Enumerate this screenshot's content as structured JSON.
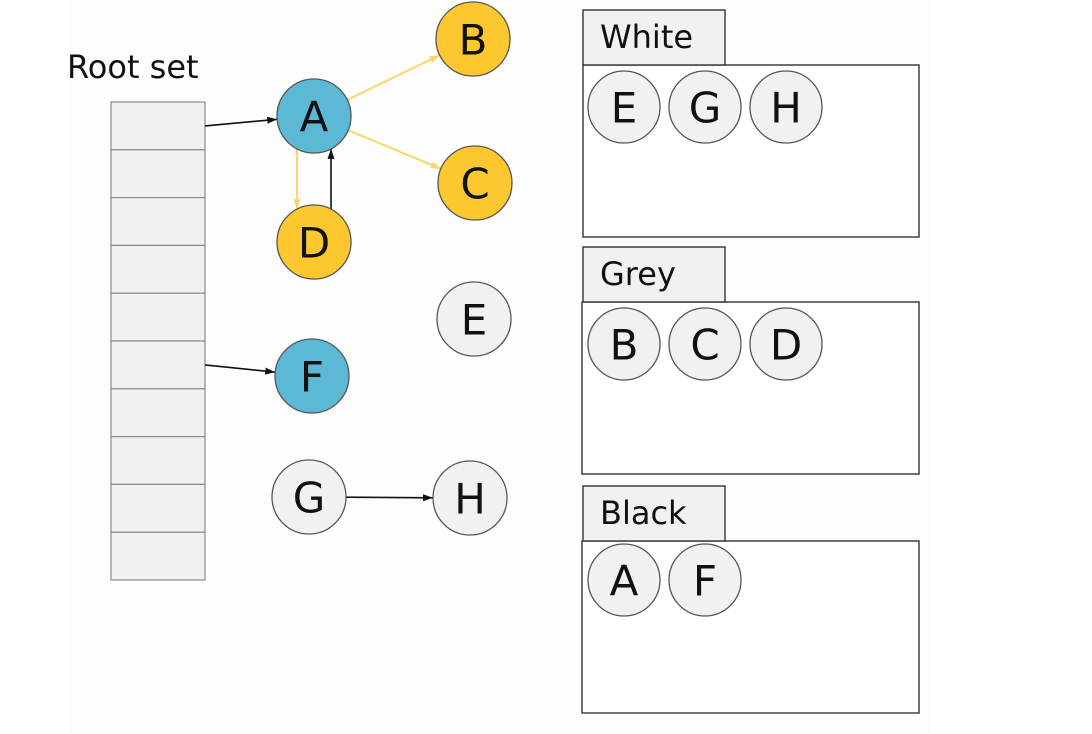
{
  "diagram": {
    "root_set_label": "Root set",
    "root_slot_count": 10,
    "colors": {
      "white": "#f0f1f0",
      "grey": "#fcc72f",
      "black": "#5bb9d6",
      "grey_edge": "#fdd667",
      "black_edge": "#111111",
      "slot_fill": "#f0f1f0"
    },
    "nodes": [
      {
        "id": "A",
        "label": "A",
        "color": "black"
      },
      {
        "id": "B",
        "label": "B",
        "color": "grey"
      },
      {
        "id": "C",
        "label": "C",
        "color": "grey"
      },
      {
        "id": "D",
        "label": "D",
        "color": "grey"
      },
      {
        "id": "E",
        "label": "E",
        "color": "white"
      },
      {
        "id": "F",
        "label": "F",
        "color": "black"
      },
      {
        "id": "G",
        "label": "G",
        "color": "white"
      },
      {
        "id": "H",
        "label": "H",
        "color": "white"
      }
    ],
    "edges": [
      {
        "from": "root-0",
        "to": "A",
        "style": "black"
      },
      {
        "from": "root-5",
        "to": "F",
        "style": "black"
      },
      {
        "from": "A",
        "to": "B",
        "style": "grey"
      },
      {
        "from": "A",
        "to": "C",
        "style": "grey"
      },
      {
        "from": "A",
        "to": "D",
        "style": "grey"
      },
      {
        "from": "D",
        "to": "A",
        "style": "black"
      },
      {
        "from": "G",
        "to": "H",
        "style": "black"
      }
    ],
    "sets": [
      {
        "id": "white",
        "label": "White",
        "color": "white",
        "members": [
          "E",
          "G",
          "H"
        ]
      },
      {
        "id": "grey",
        "label": "Grey",
        "color": "white",
        "members": [
          "B",
          "C",
          "D"
        ]
      },
      {
        "id": "black",
        "label": "Black",
        "color": "white",
        "members": [
          "A",
          "F"
        ]
      }
    ]
  }
}
